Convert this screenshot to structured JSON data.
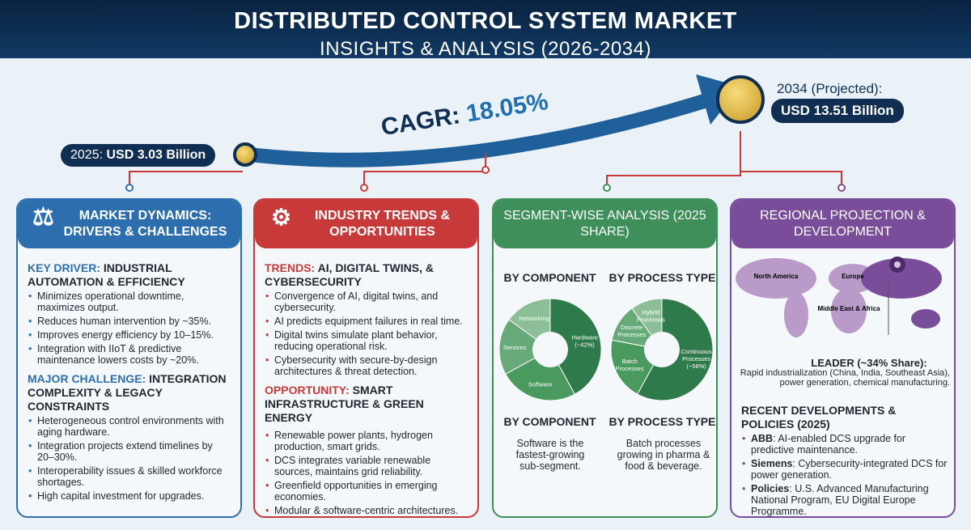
{
  "header": {
    "title": "DISTRIBUTED CONTROL SYSTEM MARKET",
    "subtitle": "INSIGHTS & ANALYSIS (2026-2034)"
  },
  "growth": {
    "start_year": "2025:",
    "start_value": "USD 3.03 Billion",
    "cagr_label": "CAGR:",
    "cagr_value": "18.05%",
    "end_year": "2034 (Projected):",
    "end_value": "USD 13.51 Billion"
  },
  "colors": {
    "blue": "#2d6fae",
    "red": "#c83a3a",
    "green": "#3f8f5a",
    "purple": "#7a4d9a",
    "navy": "#0f2e52"
  },
  "dynamics": {
    "title": "MARKET DYNAMICS: DRIVERS & CHALLENGES",
    "driver_label": "KEY DRIVER:",
    "driver_title": "INDUSTRIAL AUTOMATION & EFFICIENCY",
    "driver_items": [
      "Minimizes operational downtime, maximizes output.",
      "Reduces human intervention by ~35%.",
      "Improves energy efficiency by 10–15%.",
      "Integration with IIoT & predictive maintenance lowers costs by ~20%."
    ],
    "challenge_label": "MAJOR CHALLENGE:",
    "challenge_title": "INTEGRATION COMPLEXITY & LEGACY CONSTRAINTS",
    "challenge_items": [
      "Heterogeneous control environments with aging hardware.",
      "Integration projects extend timelines by 20–30%.",
      "Interoperability issues & skilled workforce shortages.",
      "High capital investment for upgrades."
    ]
  },
  "trends": {
    "title": "INDUSTRY TRENDS & OPPORTUNITIES",
    "trends_label": "TRENDS:",
    "trends_title": "AI, DIGITAL TWINS, & CYBERSECURITY",
    "trend_items": [
      "Convergence of AI, digital twins, and cybersecurity.",
      "AI predicts equipment failures in real time.",
      "Digital twins simulate plant behavior, reducing operational risk.",
      "Cybersecurity with secure-by-design architectures & threat detection."
    ],
    "opp_label": "OPPORTUNITY:",
    "opp_title": "SMART INFRASTRUCTURE & GREEN ENERGY",
    "opp_items": [
      "Renewable power plants, hydrogen production, smart grids.",
      "DCS integrates variable renewable sources, maintains grid reliability.",
      "Greenfield opportunities in emerging economies.",
      "Modular & software-centric architectures."
    ]
  },
  "segment": {
    "title": "SEGMENT-WISE ANALYSIS (2025 SHARE)",
    "by_component": "BY COMPONENT",
    "by_process": "BY PROCESS TYPE",
    "component_note": "Software is the fastest-growing sub-segment.",
    "process_note": "Batch processes growing in pharma & food & beverage."
  },
  "chart_data": [
    {
      "type": "pie",
      "title": "BY COMPONENT",
      "labels": [
        "Hardware (~42%)",
        "Software",
        "Services",
        "Networking"
      ],
      "values": [
        42,
        25,
        18,
        15
      ],
      "colors": [
        "#2f7a4a",
        "#4a9a60",
        "#67a979",
        "#8cbf98"
      ]
    },
    {
      "type": "pie",
      "title": "BY PROCESS TYPE",
      "labels": [
        "Continuous Processes (~58%)",
        "Batch Processes",
        "Discrete Processes",
        "Hybrid Processes"
      ],
      "values": [
        58,
        20,
        12,
        10
      ],
      "colors": [
        "#2f7a4a",
        "#4a9a60",
        "#67a979",
        "#8cbf98"
      ]
    }
  ],
  "regional": {
    "title": "REGIONAL PROJECTION & DEVELOPMENT",
    "map_labels": [
      "North America",
      "Europe",
      "Middle East & Africa"
    ],
    "leader": "LEADER (~34% Share):",
    "leader_desc": "Rapid industrialization (China, India, Southeast Asia), power generation, chemical manufacturing.",
    "dev_title": "RECENT DEVELOPMENTS & POLICIES (2025)",
    "devs": [
      {
        "name": "ABB",
        "text": ": AI-enabled DCS upgrade for predictive maintenance."
      },
      {
        "name": "Siemens",
        "text": ": Cybersecurity-integrated DCS for power generation."
      },
      {
        "name": "Policies",
        "text": ": U.S. Advanced Manufacturing National Program, EU Digital Europe Programme."
      }
    ]
  }
}
